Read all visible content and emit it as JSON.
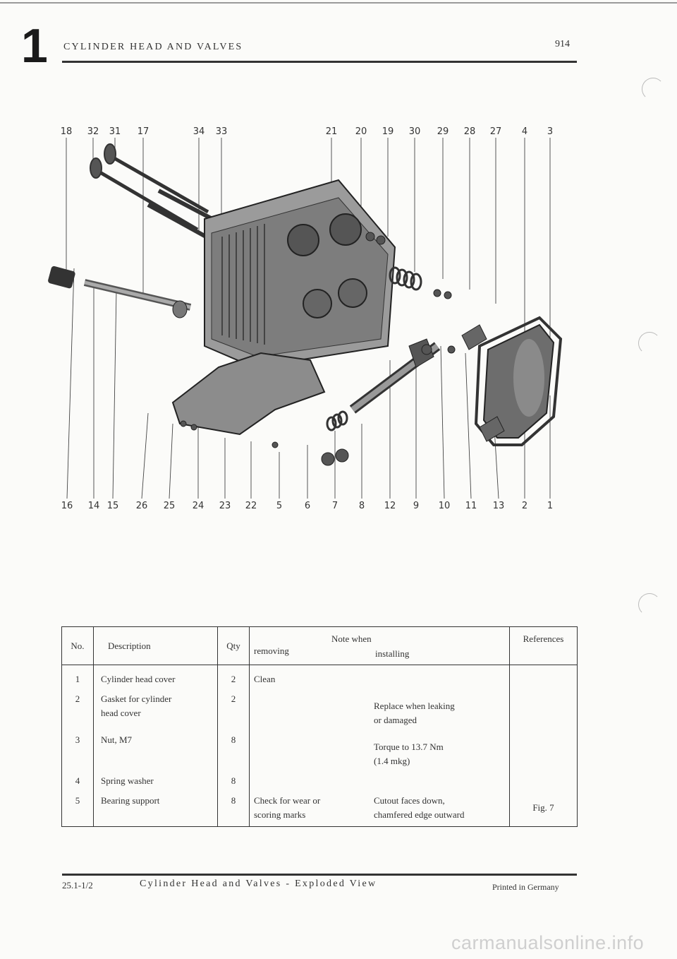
{
  "header": {
    "section_number": "1",
    "title": "CYLINDER HEAD AND VALVES",
    "page_number": "914"
  },
  "diagram": {
    "top_labels": [
      "18",
      "32",
      "31",
      "17",
      "34",
      "33",
      "21",
      "20",
      "19",
      "30",
      "29",
      "28",
      "27",
      "4",
      "3"
    ],
    "bottom_labels": [
      "16",
      "14",
      "15",
      "26",
      "25",
      "24",
      "23",
      "22",
      "5",
      "6",
      "7",
      "8",
      "12",
      "9",
      "10",
      "11",
      "13",
      "2",
      "1"
    ]
  },
  "table": {
    "headers": {
      "no": "No.",
      "description": "Description",
      "qty": "Qty",
      "note_when": "Note when",
      "removing": "removing",
      "installing": "installing",
      "references": "References"
    },
    "rows": [
      {
        "no": "1",
        "description": "Cylinder head cover",
        "qty": "2",
        "removing": "Clean",
        "installing": "",
        "references": ""
      },
      {
        "no": "2",
        "description": "Gasket for cylinder\nhead cover",
        "qty": "2",
        "removing": "",
        "installing": "Replace when leaking\nor damaged",
        "references": ""
      },
      {
        "no": "3",
        "description": "Nut, M7",
        "qty": "8",
        "removing": "",
        "installing": "Torque to 13.7 Nm\n(1.4 mkg)",
        "references": ""
      },
      {
        "no": "4",
        "description": "Spring washer",
        "qty": "8",
        "removing": "",
        "installing": "",
        "references": ""
      },
      {
        "no": "5",
        "description": "Bearing support",
        "qty": "8",
        "removing": "Check for wear or\nscoring marks",
        "installing": "Cutout faces down,\nchamfered edge outward",
        "references": "Fig. 7"
      }
    ]
  },
  "footer": {
    "code": "25.1-1/2",
    "title": "Cylinder Head and Valves - Exploded View",
    "printed": "Printed in Germany"
  },
  "watermark": "carmanualsonline.info"
}
